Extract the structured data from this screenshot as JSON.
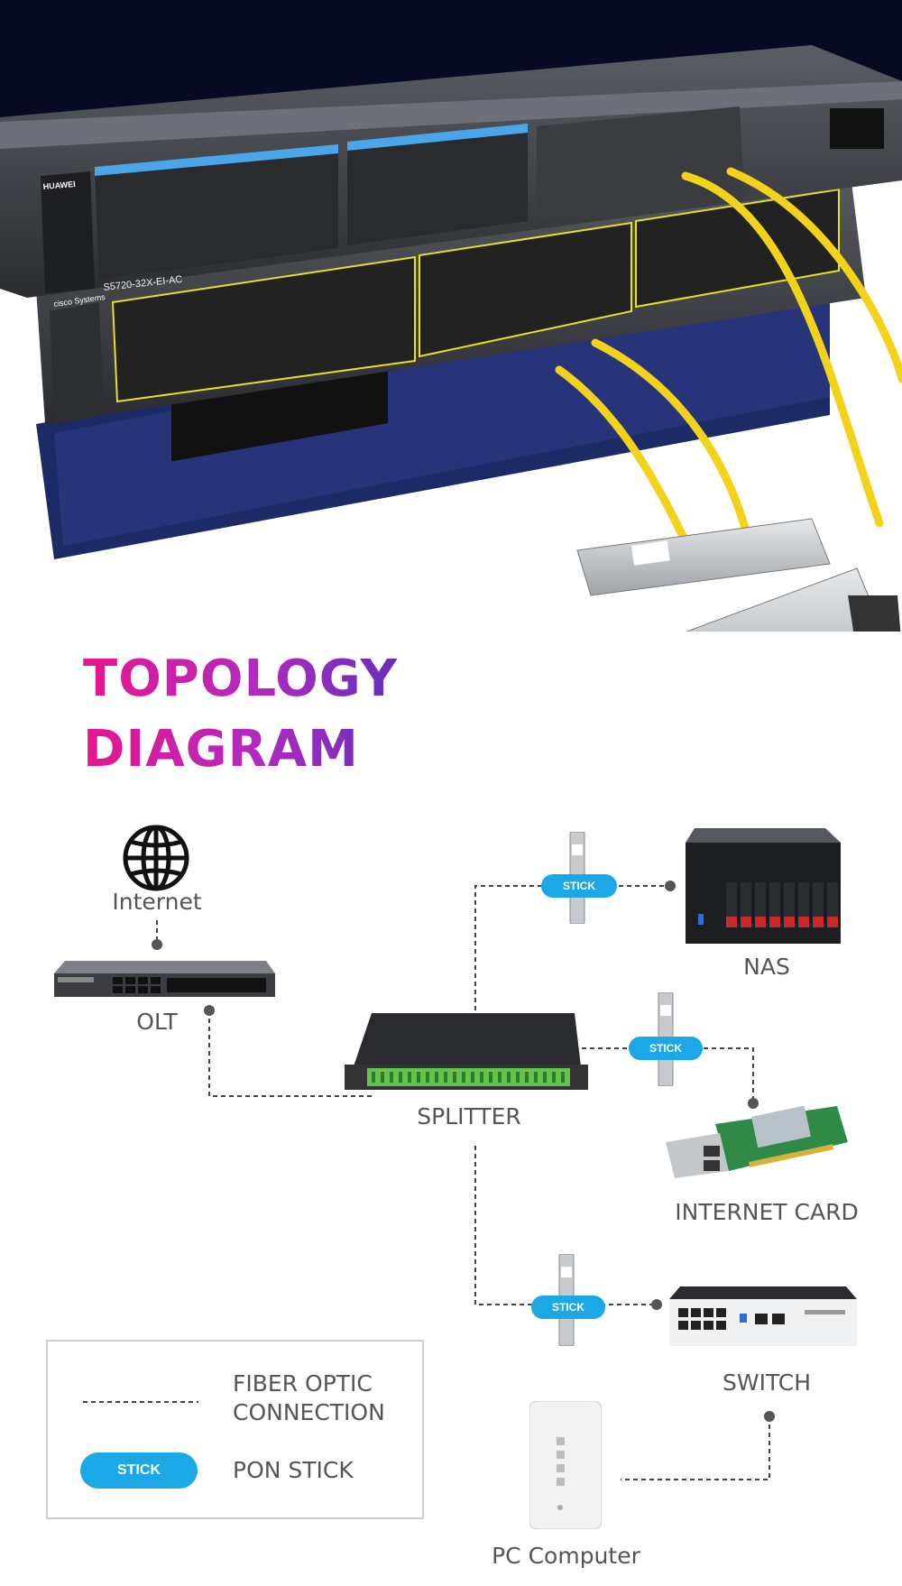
{
  "title": {
    "line1": "TOPOLOGY",
    "line2": "DIAGRAM"
  },
  "hero": {
    "switch1_model": "S5720-32X-EI-AC",
    "switch1_brand": "HUAWEI",
    "switch2_brand": "cisco Systems"
  },
  "nodes": {
    "internet": "Internet",
    "olt": "OLT",
    "splitter": "SPLITTER",
    "nas": "NAS",
    "internet_card": "INTERNET CARD",
    "switch": "SWITCH",
    "pc": "PC Computer"
  },
  "sticks": {
    "label": "STICK"
  },
  "legend": {
    "fiber_line1": "FIBER OPTIC",
    "fiber_line2": "CONNECTION",
    "stick_label": "STICK",
    "stick_desc": "PON STICK"
  },
  "colors": {
    "stick_blue": "#1ca7e6",
    "title_gradient_start": "#e8158f",
    "title_gradient_end": "#4630b8",
    "hero_background": "#070b22",
    "fiber_yellow": "#f2d21b"
  }
}
